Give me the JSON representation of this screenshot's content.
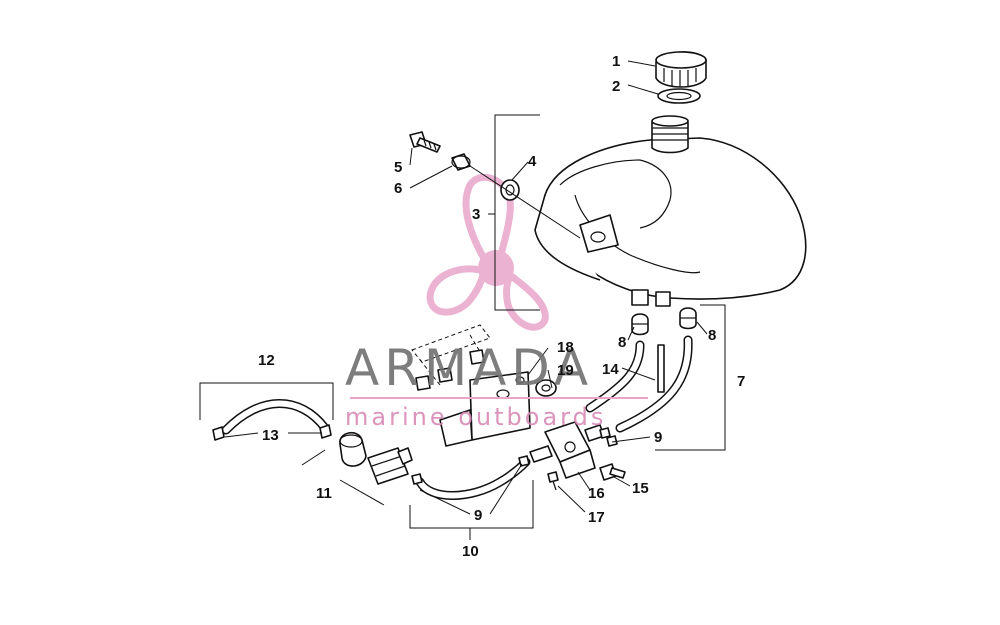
{
  "watermark": {
    "brand": "ARMADA",
    "tagline": "marine outboards",
    "accent_color": "#e8a5c9",
    "text_color": "#6f6f6f"
  },
  "callouts": [
    {
      "id": "1",
      "label": "1"
    },
    {
      "id": "2",
      "label": "2"
    },
    {
      "id": "3",
      "label": "3"
    },
    {
      "id": "4",
      "label": "4"
    },
    {
      "id": "5",
      "label": "5"
    },
    {
      "id": "6",
      "label": "6"
    },
    {
      "id": "7",
      "label": "7"
    },
    {
      "id": "8a",
      "label": "8"
    },
    {
      "id": "8b",
      "label": "8"
    },
    {
      "id": "9a",
      "label": "9"
    },
    {
      "id": "9b",
      "label": "9"
    },
    {
      "id": "10",
      "label": "10"
    },
    {
      "id": "11",
      "label": "11"
    },
    {
      "id": "12",
      "label": "12"
    },
    {
      "id": "13",
      "label": "13"
    },
    {
      "id": "14",
      "label": "14"
    },
    {
      "id": "15",
      "label": "15"
    },
    {
      "id": "16",
      "label": "16"
    },
    {
      "id": "17",
      "label": "17"
    },
    {
      "id": "18",
      "label": "18"
    },
    {
      "id": "19",
      "label": "19"
    }
  ]
}
